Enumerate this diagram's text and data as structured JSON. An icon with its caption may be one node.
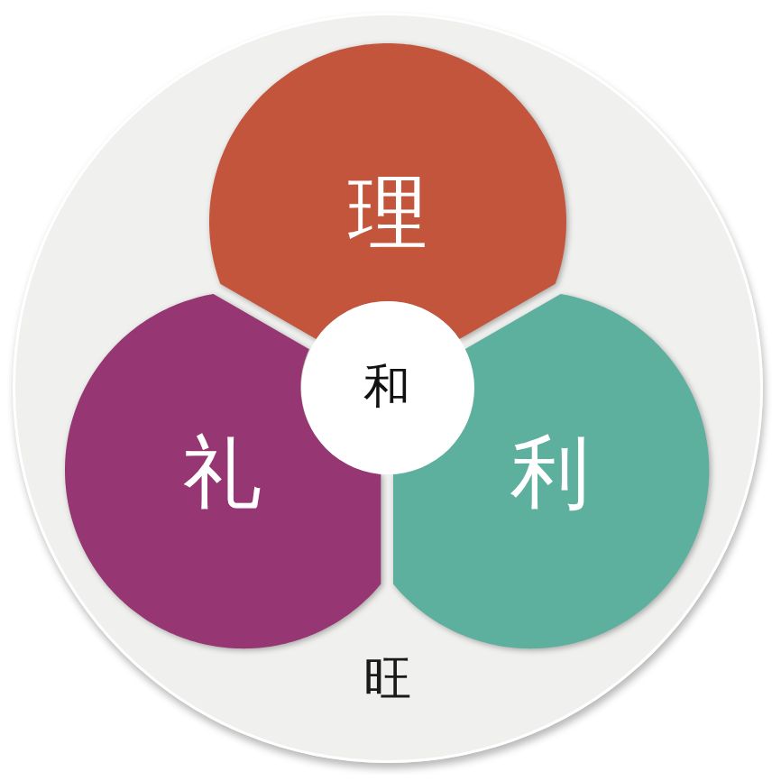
{
  "diagram": {
    "nodes": [
      {
        "text": [
          "旺"
        ]
      },
      {
        "text": [
          "理"
        ],
        "in": 0
      },
      {
        "text": [
          "和"
        ],
        "in": 0
      },
      {
        "text": [
          "礼"
        ],
        "in": 0
      },
      {
        "text": [
          "利"
        ],
        "in": 0
      }
    ]
  }
}
